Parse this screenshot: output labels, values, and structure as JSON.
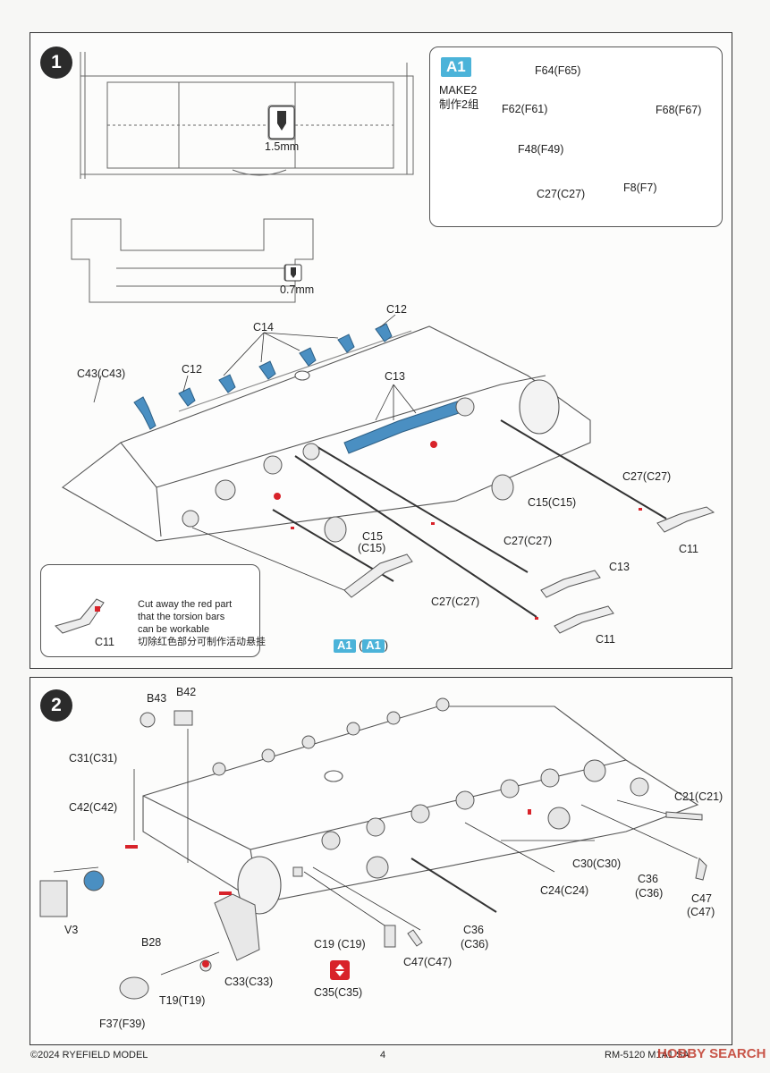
{
  "step1": {
    "number": "1",
    "drill_top": "1.5mm",
    "drill_bottom": "0.7mm",
    "subassembly": {
      "badge": "A1",
      "make": "MAKE2",
      "make_cn": "制作2组",
      "parts": [
        "F64(F65)",
        "F62(F61)",
        "F68(F67)",
        "F48(F49)",
        "C27(C27)",
        "F8(F7)"
      ]
    },
    "labels": {
      "c12a": "C12",
      "c14": "C14",
      "c12b": "C12",
      "c43": "C43(C43)",
      "c13a": "C13",
      "c27a": "C27(C27)",
      "c15a": "C15(C15)",
      "c11a": "C11",
      "c15b_1": "C15",
      "c15b_2": "(C15)",
      "c27b": "C27(C27)",
      "c13b": "C13",
      "c27c": "C27(C27)",
      "c11b": "C11",
      "a1_1": "A1",
      "a1_2": "A1"
    },
    "note": {
      "line1": "Cut away the red part",
      "line2": "that the torsion bars",
      "line3": "can be workable",
      "line_cn": "切除红色部分可制作活动悬挂",
      "part": "C11"
    }
  },
  "step2": {
    "number": "2",
    "labels": {
      "b43": "B43",
      "b42": "B42",
      "c31": "C31(C31)",
      "c42": "C42(C42)",
      "v3": "V3",
      "b28": "B28",
      "c21": "C21(C21)",
      "c30": "C30(C30)",
      "c24": "C24(C24)",
      "c36a_1": "C36",
      "c36a_2": "(C36)",
      "c47a_1": "C47",
      "c47a_2": "(C47)",
      "c36b_1": "C36",
      "c36b_2": "(C36)",
      "c19": "C19 (C19)",
      "c47b": "C47(C47)",
      "c35": "C35(C35)",
      "c33": "C33(C33)",
      "t19": "T19(T19)",
      "f37": "F37(F39)"
    }
  },
  "footer": {
    "copyright": "©2024 RYEFIELD MODEL",
    "page": "4",
    "model": "RM-5120 M1A1 SA",
    "watermark": "HOBBY SEARCH"
  },
  "colors": {
    "highlight_blue": "#4a8fc2",
    "badge_blue": "#4bb3d9",
    "red_mark": "#d8232a",
    "warning_yellow": "#f2d21b"
  }
}
